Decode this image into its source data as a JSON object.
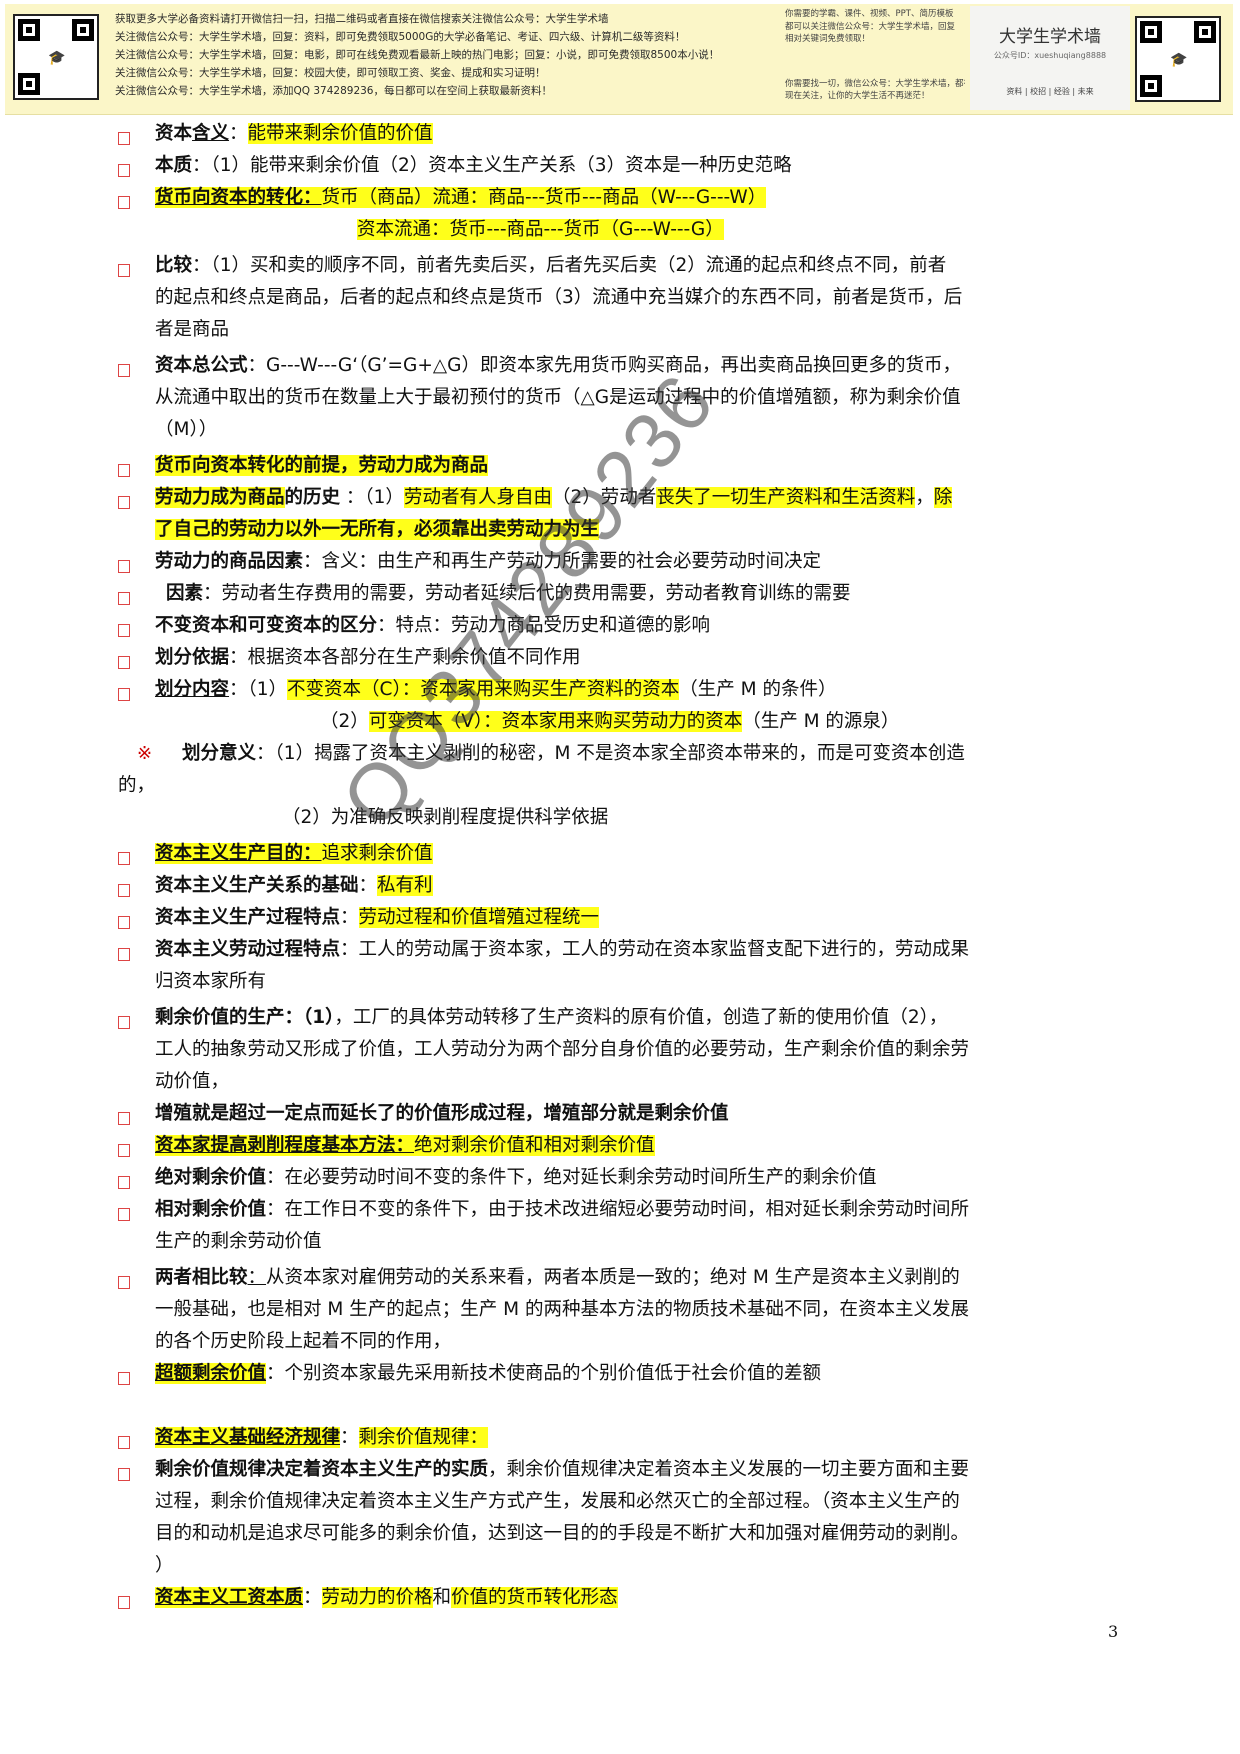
{
  "banner": {
    "lines": [
      "获取更多大学必备资料请打开微信扫一扫，扫描二维码或者直接在微信搜索关注微信公众号：大学生学术墙",
      "关注微信公众号：大学生学术墙，回复：资料，即可免费领取5000G的大学必备笔记、考证、四六级、计算机二级等资料！",
      "关注微信公众号：大学生学术墙，回复：电影，即可在线免费观看最新上映的热门电影；回复：小说，即可免费领取8500本小说！",
      "关注微信公众号：大学生学术墙，回复：校园大使，即可领取工资、奖金、提成和实习证明！",
      "关注微信公众号：大学生学术墙，添加QQ 374289236，每日都可以在空间上获取最新资料！"
    ],
    "mid_lines_top": [
      "你需要的学霸、课件、视频、PPT、简历模板",
      "都可以关注微信公众号：大学生学术墙，回复",
      "相对关键词免费领取！"
    ],
    "mid_lines_bottom": [
      "你需要找一切，微信公众号：大学生学术墙，都有！",
      "现在关注，让你的大学生活不再迷茫！"
    ],
    "brand_title": "大学生学术墙",
    "brand_sub": "公众号ID：xueshuqiang8888",
    "brand_links": "资料 | 校招 | 经验 | 未来"
  },
  "watermark": "QQ374289236",
  "page_number": "3",
  "lines": {
    "l1a": "资本",
    "l1b": "含义",
    "l1c": "：",
    "l1d": "能带来剩余价值的价值",
    "l2a": "本质",
    "l2b": "：（1）能带来剩余价值（2）资本主义生产关系（3）资本是一种历史范略",
    "l3a": "货币向资本的转化：",
    "l3b": "货币（商品）流通：商品---货币---商品（W---G---W）",
    "l4": "资本流通：货币---商品---货币（G---W---G）",
    "l5a": "比较",
    "l5b": "：（1）买和卖的顺序不同，前者先卖后买，后者先买后卖（2）流通的起点和终点不同，前者",
    "l6": "的起点和终点是商品，后者的起点和终点是货币（3）流通中充当媒介的东西不同，前者是货币，后",
    "l7": "者是商品",
    "l8a": "资本总公式",
    "l8b": "：G---W---G‘（G’=G+△G）即资本家先用货币购买商品，再出卖商品换回更多的货币，",
    "l9": "从流通中取出的货币在数量上大于最初预付的货币（△G是运动过程中的价值增殖额，称为剩余价值",
    "l10": "（M））",
    "l11": "货币向资本转化的前提，劳动力成为商品",
    "l12a": "劳动力成为商品",
    "l12b": "的历史",
    "l12c": "  ：（1）",
    "l12d": "劳动者有人身自由",
    "l12e": "（2）劳动者",
    "l12f": "丧失了一切生产资料和生活资料",
    "l12g": "，",
    "l12h": "除",
    "l13": "了自己的劳动力以外一无所有，必须靠出卖劳动力为生",
    "l14a": "劳动力的商品因素",
    "l14b": "：含义：由生产和再生产劳动力所需要的社会必要劳动时间决定",
    "l15a": "因素",
    "l15b": "：劳动者生存费用的需要，劳动者延续后代的费用需要，劳动者教育训练的需要",
    "l16a": "不变资本和可变资本的区分",
    "l16b": "：特点：劳动力商品受历史和道德的影响",
    "l17a": "划分依据",
    "l17b": "：根据资本各部分在生产剩余价值不同作用",
    "l18a": "划分内容",
    "l18b": "：（1）",
    "l18c": "不变资本（C）：资本家用来购买生产资料的资本",
    "l18d": "（生产 M 的条件）",
    "l19a": "（2）",
    "l19b": "可变资本（V）：资本家用来购买劳动力的资本",
    "l19c": "（生产 M 的源泉）",
    "l20mark": "※",
    "l20a": "划分意义",
    "l20b": "：（1）揭露了资本主义剥削的秘密，M 不是资本家全部资本带来的，而是可变资本创造",
    "l21": "的，",
    "l22": "（2）为准确反映剥削程度提供科学依据",
    "l23a": "资本主义生产目的：",
    "l23b": "追求剩余价值",
    "l24a": "资本主义生产关系的基础",
    "l24b": "：",
    "l24c": "私有利",
    "l25a": "资本主义生产过程特点",
    "l25b": "：",
    "l25c": "劳动过程和价值增殖过程统一",
    "l26a": "资本主义劳动过程特点",
    "l26b": "：工人的劳动属于资本家，工人的劳动在资本家监督支配下进行的，劳动成果",
    "l27": "归资本家所有",
    "l28a": "剩余价值的生产：（1）",
    "l28b": "，工厂的具体劳动转移了生产资料的原有价值，创造了新的使用价值（2），",
    "l29": "工人的抽象劳动又形成了价值，工人劳动分为两个部分自身价值的必要劳动，生产剩余价值的剩余劳",
    "l30": "动价值，",
    "l31": "增殖就是超过一定点而延长了的价值形成过程，增殖部分就是剩余价值",
    "l32a": "资本家提高剥削程度基本方法：",
    "l32b": "绝对剩余价值和相对剩余价值",
    "l33a": "绝对剩余价值",
    "l33b": "：在必要劳动时间不变的条件下，绝对延长剩余劳动时间所生产的剩余价值",
    "l34a": "相对剩余价值",
    "l34b": "：在工作日不变的条件下，由于技术改进缩短必要劳动时间，相对延长剩余劳动时间所",
    "l35": "生产的剩余劳动价值",
    "l36a": "两者相比较",
    "l36b": "：",
    "l36c": "从资本家对雇佣劳动的关系来看，两者本质是一致的；绝对 M 生产是资本主义剥削的",
    "l37": "一般基础，也是相对 M 生产的起点；生产 M 的两种基本方法的物质技术基础不同，在资本主义发展",
    "l38": "的各个历史阶段上起着不同的作用，",
    "l39a": "超额剩余价值",
    "l39b": "：个别资本家最先采用新技术使商品的个别价值低于社会价值的差额",
    "l40a": "资本主义基础经济规律",
    "l40b": "：",
    "l40c": "剩余价值规律：",
    "l41a": "剩余价值规律决定着资本主义生产的实质",
    "l41b": "，剩余价值规律决定着资本主义发展的一切主要方面和主要",
    "l42": "过程，剩余价值规律决定着资本主义生产方式产生，发展和必然灭亡的全部过程。（资本主义生产的",
    "l43": "目的和动机是追求尽可能多的剩余价值，达到这一目的的手段是不断扩大和加强对雇佣劳动的剥削。",
    "l44": "）",
    "l45a": "资本主义工资本质",
    "l45b": "：",
    "l45c": "劳动力的价格",
    "l45d": "和",
    "l45e": "价值的货币转化形态"
  }
}
